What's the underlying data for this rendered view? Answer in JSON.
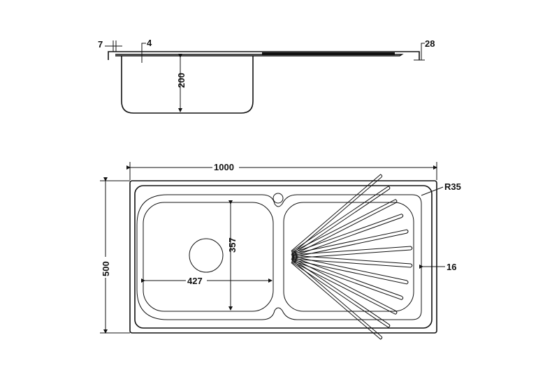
{
  "side_view": {
    "dim_lip": "7",
    "dim_thickness": "4",
    "dim_depth": "200",
    "dim_height": "28"
  },
  "top_view": {
    "dim_width": "1000",
    "dim_depth": "500",
    "dim_radius": "R35",
    "dim_bowl_length": "357",
    "dim_bowl_width": "427",
    "dim_rim": "16"
  },
  "drainboard_ribs": 12
}
